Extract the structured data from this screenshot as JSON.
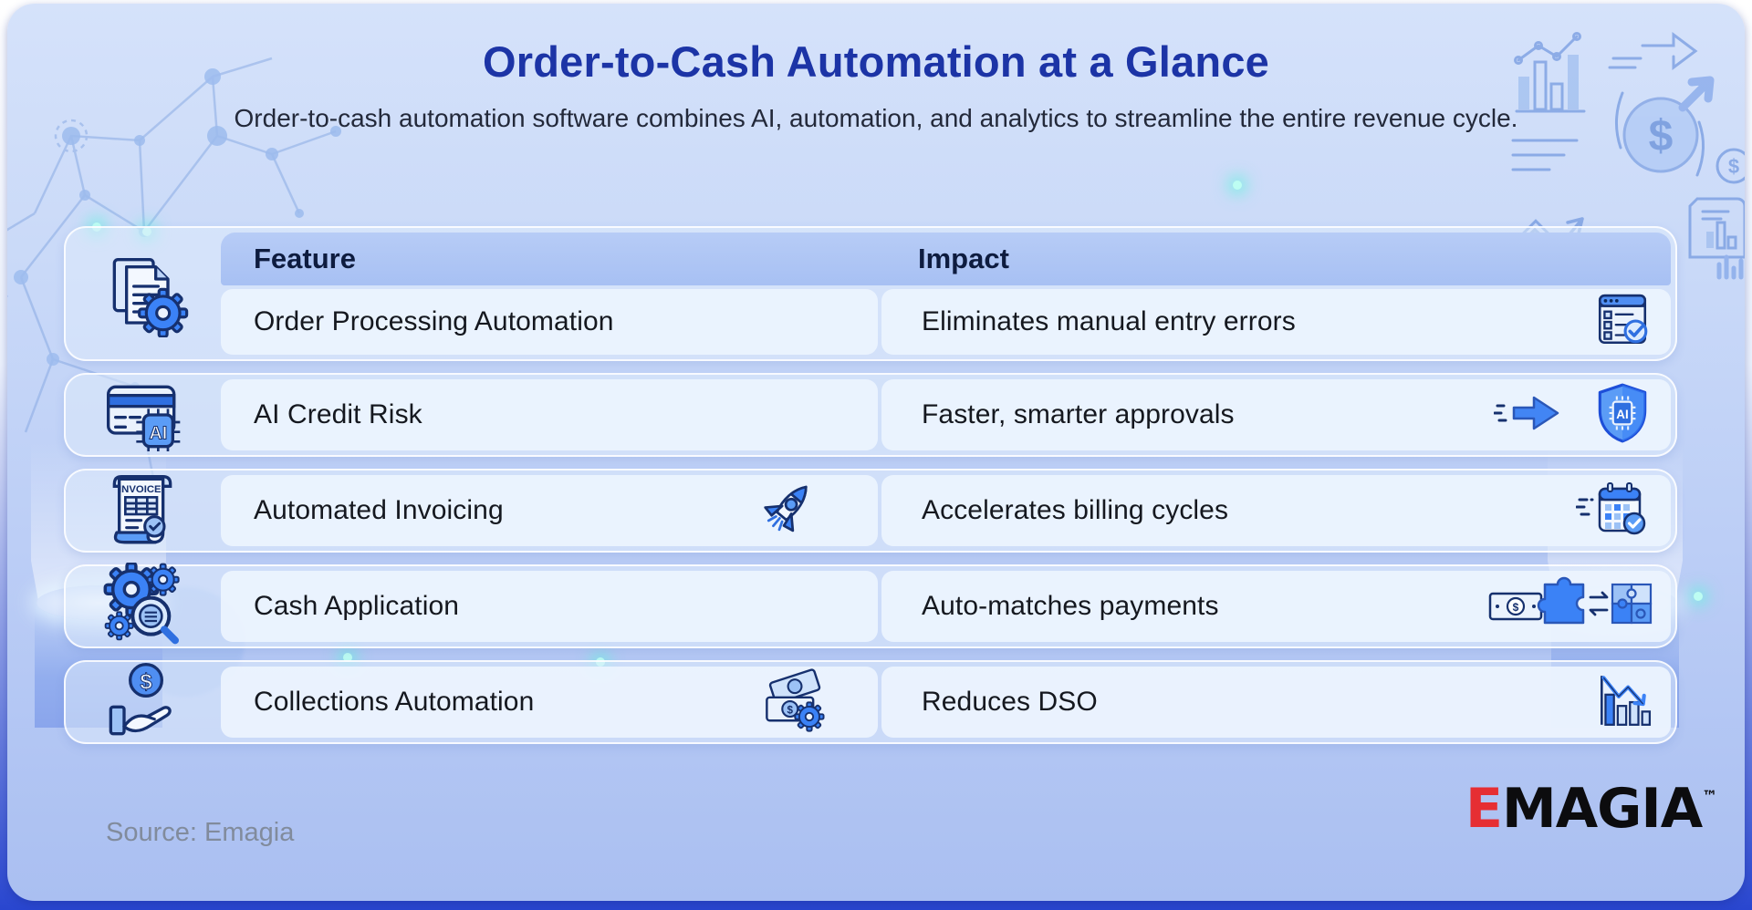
{
  "header": {
    "title": "Order-to-Cash Automation at a Glance",
    "subtitle": "Order-to-cash automation software combines AI, automation, and analytics to streamline the entire revenue cycle."
  },
  "table": {
    "columns": [
      "Feature",
      "Impact"
    ],
    "rows": [
      {
        "feature": "Order Processing Automation",
        "impact": "Eliminates manual entry errors",
        "feature_icon": "documents-gear-icon",
        "impact_icons": [
          "order-checklist-check-icon"
        ]
      },
      {
        "feature": "AI Credit Risk",
        "impact": "Faster, smarter approvals",
        "feature_icon": "credit-card-ai-chip-icon",
        "impact_icons": [
          "speed-arrow-icon",
          "ai-shield-icon"
        ]
      },
      {
        "feature": "Automated Invoicing",
        "impact": "Accelerates billing cycles",
        "feature_icon": "invoice-scroll-icon",
        "feature_inline_icons": [
          "rocket-icon"
        ],
        "impact_icons": [
          "calendar-check-icon"
        ]
      },
      {
        "feature": "Cash Application",
        "impact": "Auto-matches payments",
        "feature_icon": "gears-magnifier-icon",
        "impact_icons": [
          "banknote-puzzle-icon",
          "swap-arrows-icon",
          "puzzle-grid-icon"
        ]
      },
      {
        "feature": "Collections Automation",
        "impact": "Reduces DSO",
        "feature_icon": "hand-coin-icon",
        "feature_inline_icons": [
          "banknotes-gear-icon"
        ],
        "impact_icons": [
          "declining-bar-chart-icon"
        ]
      }
    ]
  },
  "footer": {
    "source": "Source: Emagia",
    "logo_first": "E",
    "logo_rest": "MAGIA",
    "logo_tm": "™"
  },
  "colors": {
    "title": "#1c34a6",
    "header_band": "#aac3f3",
    "row_background": "#ebf3fe",
    "accent_blue": "#3b82f6",
    "outline_navy": "#16306e",
    "logo_red": "#e62e33",
    "page_bottom_bar": "#2946cf",
    "source_text": "#818b9c"
  },
  "decorations": [
    "network-nodes-pattern",
    "bar-chart-doodle",
    "dollar-cycle-doodle",
    "growth-arrow-doodle",
    "report-document-doodle",
    "trend-line-doodle",
    "pedestal-left",
    "pedestal-right"
  ]
}
